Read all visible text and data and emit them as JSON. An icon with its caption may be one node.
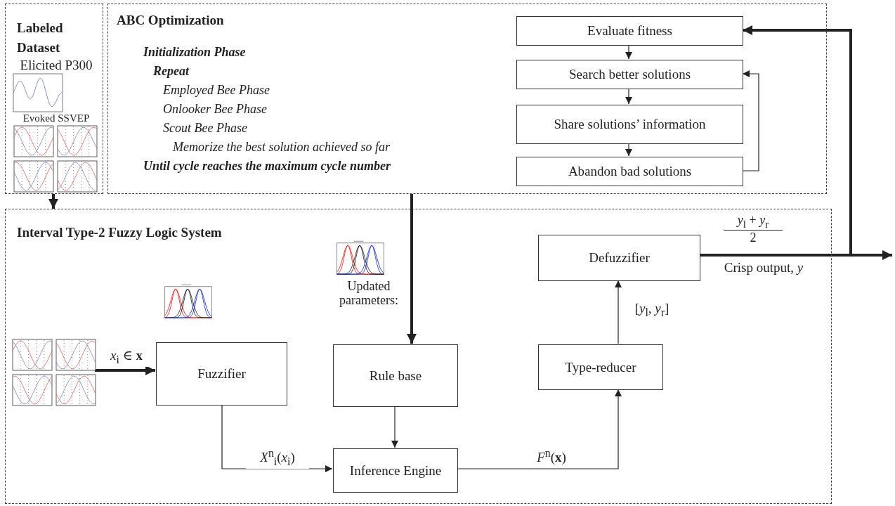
{
  "diagram": {
    "nodes": [
      {
        "text": [
          "Labeled Dataset",
          "Elicited P300",
          "Evoked SSVEP"
        ]
      },
      {
        "text": [
          "ABC Optimization",
          "Initialization Phase",
          "Repeat",
          "Employed Bee Phase",
          "Onlooker Bee Phase",
          "Scout Bee Phase",
          "Memorize the best solution achieved so far",
          "Until cycle reaches the maximum cycle number"
        ]
      },
      {
        "text": [
          "Evaluate fitness"
        ],
        "in": 1
      },
      {
        "text": [
          "Search better solutions"
        ],
        "in": 1
      },
      {
        "text": [
          "Share solutions’ information"
        ],
        "in": 1
      },
      {
        "text": [
          "Abandon bad solutions"
        ],
        "in": 1
      },
      {
        "text": [
          "Interval Type-2 Fuzzy Logic System"
        ]
      },
      {
        "text": [
          "Fuzzifier"
        ],
        "in": 6
      },
      {
        "text": [
          "Rule base"
        ],
        "in": 6
      },
      {
        "text": [
          "Inference Engine"
        ],
        "in": 6
      },
      {
        "text": [
          "Type-reducer"
        ],
        "in": 6
      },
      {
        "text": [
          "Defuzzifier"
        ],
        "in": 6
      },
      {
        "text": [],
        "shape": "picture",
        "in": 6
      }
    ],
    "edges": [
      {
        "from": 0,
        "to": 6,
        "arrow": "to",
        "style": "thick"
      },
      {
        "from": 2,
        "to": 3,
        "arrow": "to"
      },
      {
        "from": 3,
        "to": 4,
        "arrow": "to"
      },
      {
        "from": 4,
        "to": 5,
        "arrow": "to"
      },
      {
        "from": 5,
        "to": 3,
        "arrow": "to"
      },
      {
        "from": 1,
        "to": 8,
        "arrow": "to",
        "style": "thick"
      },
      {
        "from": 12,
        "to": 7,
        "arrow": "to",
        "style": "thick",
        "label": "*x*$_{i}$ ∈ **x**"
      },
      {
        "from": 7,
        "to": 9,
        "arrow": "to",
        "label": "*X*$^{n}$$_{i}$(*x*$_{i}$)"
      },
      {
        "from": 8,
        "to": 9,
        "arrow": "to"
      },
      {
        "from": 9,
        "to": 10,
        "arrow": "to",
        "label": "*F*$^{n}$(**x**)"
      },
      {
        "from": 10,
        "to": 11,
        "arrow": "to",
        "label": "[*y*$_{l}$, *y*$_{r}$]"
      },
      {
        "from": 11,
        "to": null,
        "arrow": "to",
        "style": "thick",
        "label": "Crisp output, *y*"
      },
      {
        "from": 11,
        "to": 2,
        "arrow": "to",
        "style": "thick"
      }
    ],
    "labels": [
      "Updated parameters:",
      "*y*$_{l}$ + *y*$_{r}$",
      "2"
    ]
  }
}
